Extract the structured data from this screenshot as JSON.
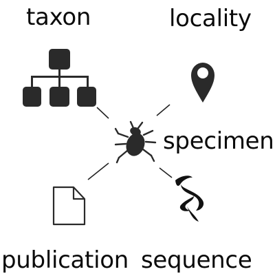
{
  "diagram": {
    "labels": {
      "taxon": "taxon",
      "locality": "locality",
      "specimen": "specimen",
      "publication": "publication",
      "sequence": "sequence"
    },
    "colors": {
      "icon": "#2a2a2a",
      "line": "#222222",
      "text": "#0a0a0a",
      "background": "#ffffff"
    },
    "icons": {
      "taxon": "hierarchy-icon",
      "locality": "map-pin-icon",
      "specimen": "bug-icon",
      "publication": "document-icon",
      "sequence": "dna-helix-icon"
    }
  }
}
